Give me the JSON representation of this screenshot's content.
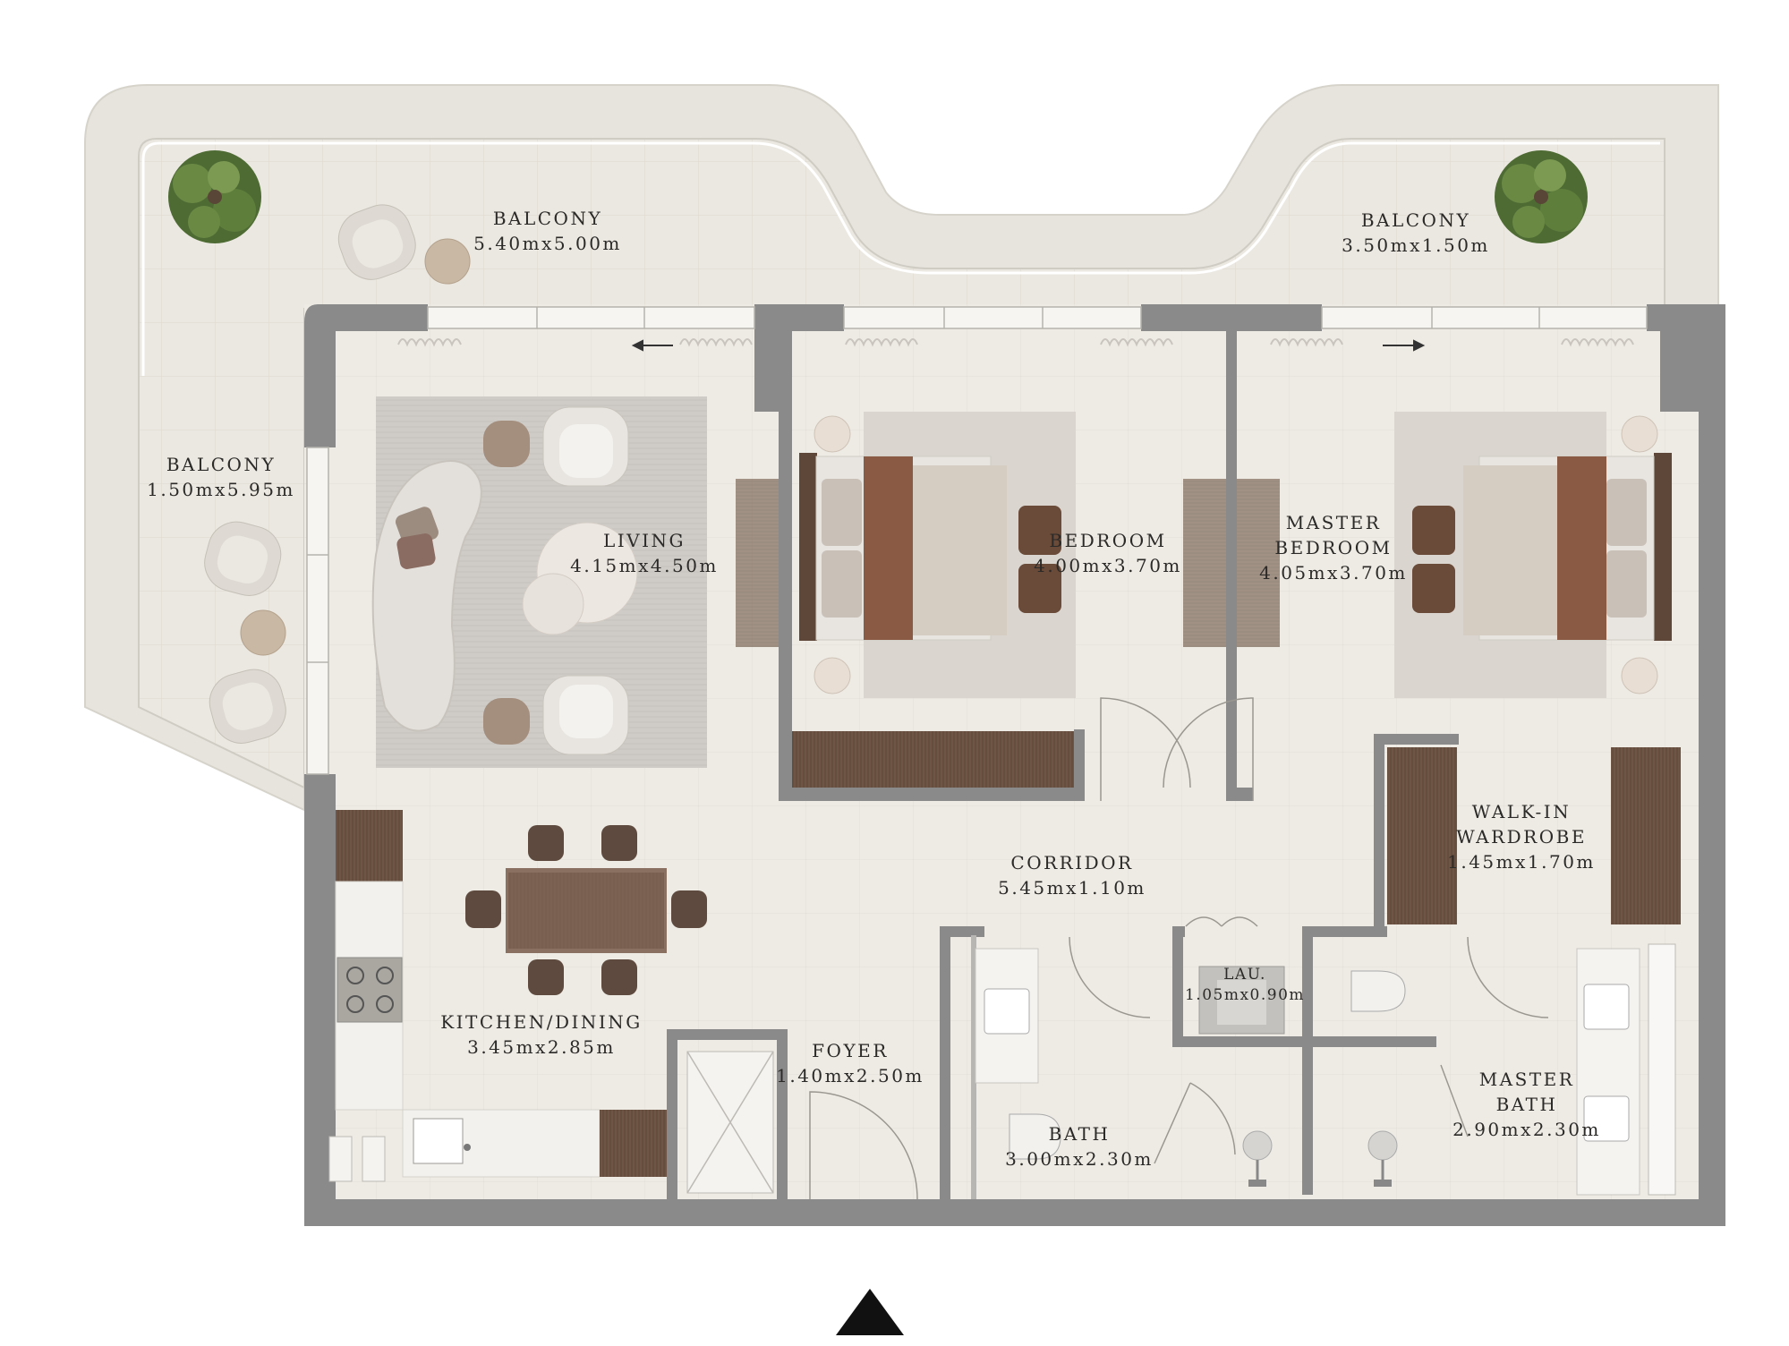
{
  "rooms": {
    "balcony_main": {
      "name": "BALCONY",
      "size": "5.40mx5.00m"
    },
    "balcony_right": {
      "name": "BALCONY",
      "size": "3.50mx1.50m"
    },
    "balcony_left": {
      "name": "BALCONY",
      "size": "1.50mx5.95m"
    },
    "living": {
      "name": "LIVING",
      "size": "4.15mx4.50m"
    },
    "bedroom": {
      "name": "BEDROOM",
      "size": "4.00mx3.70m"
    },
    "master_bedroom": {
      "name_line1": "MASTER",
      "name_line2": "BEDROOM",
      "size": "4.05mx3.70m"
    },
    "walk_in": {
      "name_line1": "WALK-IN",
      "name_line2": "WARDROBE",
      "size": "1.45mx1.70m"
    },
    "corridor": {
      "name": "CORRIDOR",
      "size": "5.45mx1.10m"
    },
    "kitchen": {
      "name": "KITCHEN/DINING",
      "size": "3.45mx2.85m"
    },
    "foyer": {
      "name": "FOYER",
      "size": "1.40mx2.50m"
    },
    "laundry": {
      "name": "LAU.",
      "size": "1.05mx0.90m"
    },
    "bath": {
      "name": "BATH",
      "size": "3.00mx2.30m"
    },
    "master_bath": {
      "name_line1": "MASTER",
      "name_line2": "BATH",
      "size": "2.90mx2.30m"
    }
  },
  "colors": {
    "wall": "#8a8a8a",
    "floor": "#eeebe5",
    "balcony_floor": "#e9e6df",
    "railing": "#dfddd6",
    "wood": "#6e5545",
    "bed_throw": "#8a5a45",
    "rug": "#cfccc7",
    "ottoman": "#6a4a38"
  },
  "icons": [
    "north-arrow-icon",
    "plant-icon",
    "stove-icon",
    "sink-icon",
    "toilet-icon",
    "shower-icon"
  ]
}
